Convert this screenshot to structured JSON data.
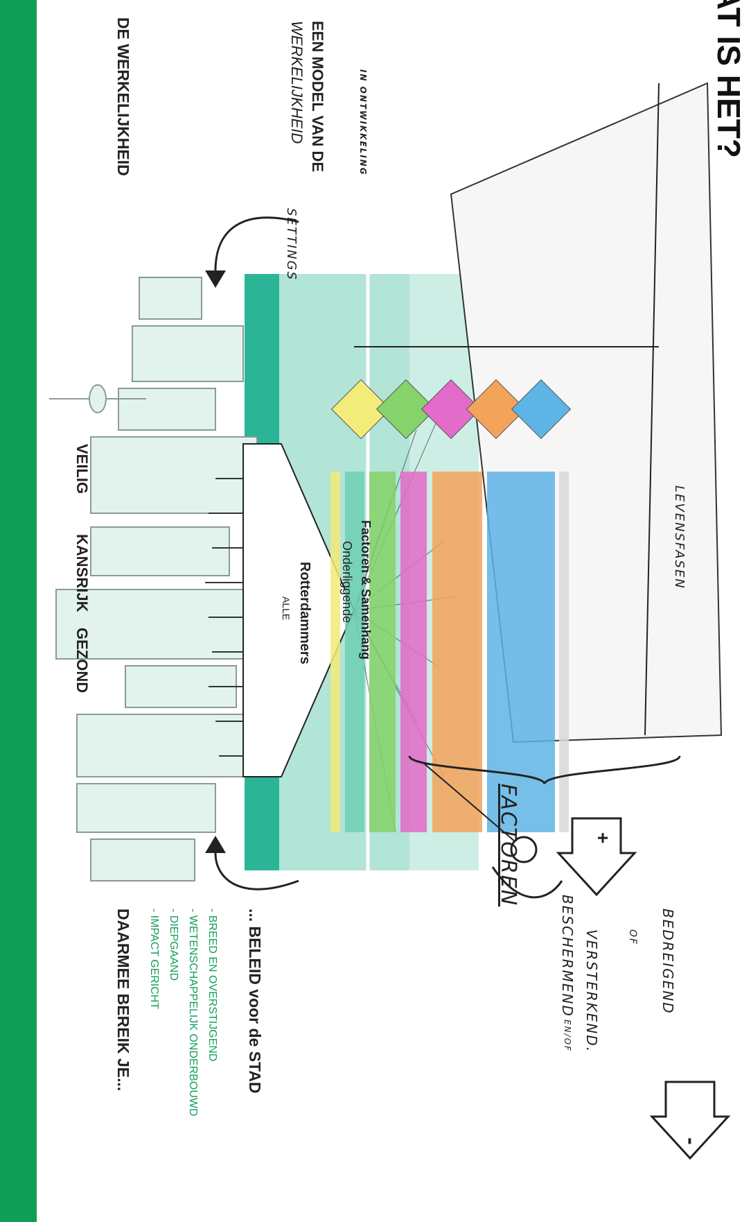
{
  "top_bar": {
    "title": "WAT IS HET?"
  },
  "colors": {
    "brand_green": "#0f9d58",
    "teal": "#c9ece3",
    "teal_dark": "#2bb596",
    "sketch": "#222222"
  },
  "reality": {
    "heading": "DE WERKELIJKHEID",
    "values": [
      "VEILIG",
      "KANSRIJK",
      "GEZOND"
    ],
    "population_top": "ALLE",
    "population": "Rotterdammers"
  },
  "model": {
    "heading": "EEN MODEL VAN DE",
    "heading_line2": "WERKELIJKHEID",
    "status": "IN ONTWIKKELING",
    "underlying_top": "Onderliggende",
    "underlying": "Factoren & Samenhang",
    "axis_settings": "SETTINGS",
    "axis_life": "LEVENSFASEN"
  },
  "factors": {
    "heading": "FACTOREN",
    "protective": "BESCHERMEND",
    "and_or": "EN/OF",
    "reinforcing": "VERSTERKEND.",
    "or": "OF",
    "threatening": "BEDREIGEND",
    "plus": "+",
    "minus": "-"
  },
  "outcomes": {
    "heading": "DAARMEE BEREIK JE...",
    "items": [
      "- IMPACT GERICHT",
      "- DIEPGAAND",
      "- WETENSCHAPPELIJK ONDERBOUWD",
      "- BREED EN OVERSTIJGEND"
    ],
    "policy": "... BELEID voor de STAD"
  }
}
